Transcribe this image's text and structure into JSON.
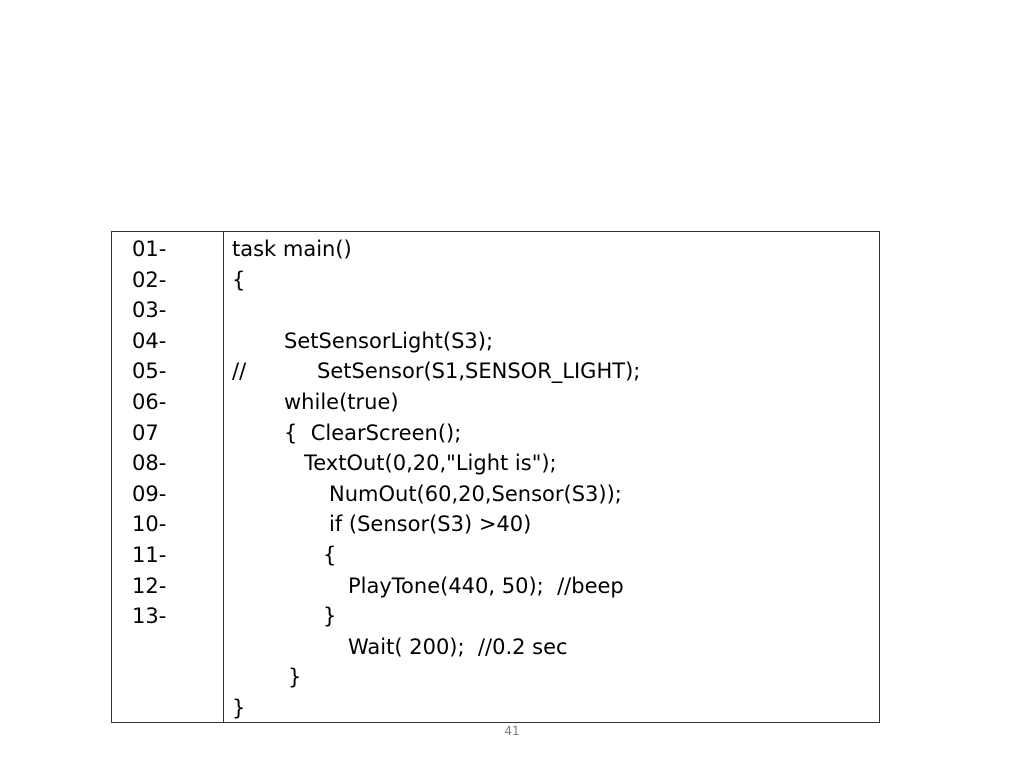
{
  "line_numbers": [
    "01-",
    "02-",
    "03-",
    "04-",
    "05-",
    "06-",
    "07",
    "08-",
    "09-",
    "10-",
    "11-",
    "12-",
    "13-"
  ],
  "code_lines": [
    "task main()",
    "{",
    "",
    "SetSensorLight(S3);",
    "//",
    "SetSensor(S1,SENSOR_LIGHT);",
    "while(true)",
    "{  ClearScreen();",
    "TextOut(0,20,\"Light is\");",
    "NumOut(60,20,Sensor(S3));",
    "if (Sensor(S3) >40)",
    "{",
    "PlayTone(440, 50);  //beep",
    "}",
    "Wait( 200);  //0.2 sec",
    "}",
    "}"
  ],
  "page_number": "41"
}
